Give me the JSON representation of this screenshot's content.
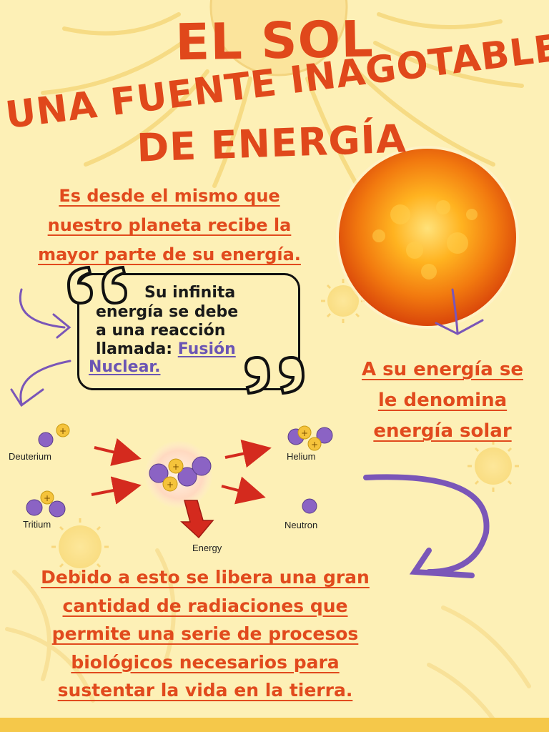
{
  "colors": {
    "background": "#fdf0b6",
    "title": "#e0481b",
    "accent_purple": "#7a56b8",
    "sun_line": "#f3d985"
  },
  "header": {
    "title": "EL SOL",
    "subtitle_line1": "UNA FUENTE INAGOTABLE",
    "subtitle_line2": "DE ENERGÍA"
  },
  "intro": {
    "lines": [
      "Es desde el mismo que",
      "nuestro planeta recibe la",
      "mayor parte de su energía."
    ]
  },
  "quote": {
    "text_line1": "Su infinita",
    "text_line2": "energía se debe",
    "text_line3": "a una reacción",
    "text_line4_prefix": "llamada: ",
    "link_part1": "Fusión",
    "link_part2": "Nuclear."
  },
  "solar": {
    "lines": [
      "A su energía se",
      "le denomina",
      "energía solar"
    ]
  },
  "diagram": {
    "deuterium": "Deuterium",
    "tritium": "Tritium",
    "helium": "Helium",
    "neutron": "Neutron",
    "energy": "Energy"
  },
  "conclusion": {
    "lines": [
      "Debido a esto se libera una gran",
      "cantidad de radiaciones que",
      "permite una serie de procesos",
      "biológicos necesarios para",
      "sustentar la vida en la tierra."
    ]
  }
}
